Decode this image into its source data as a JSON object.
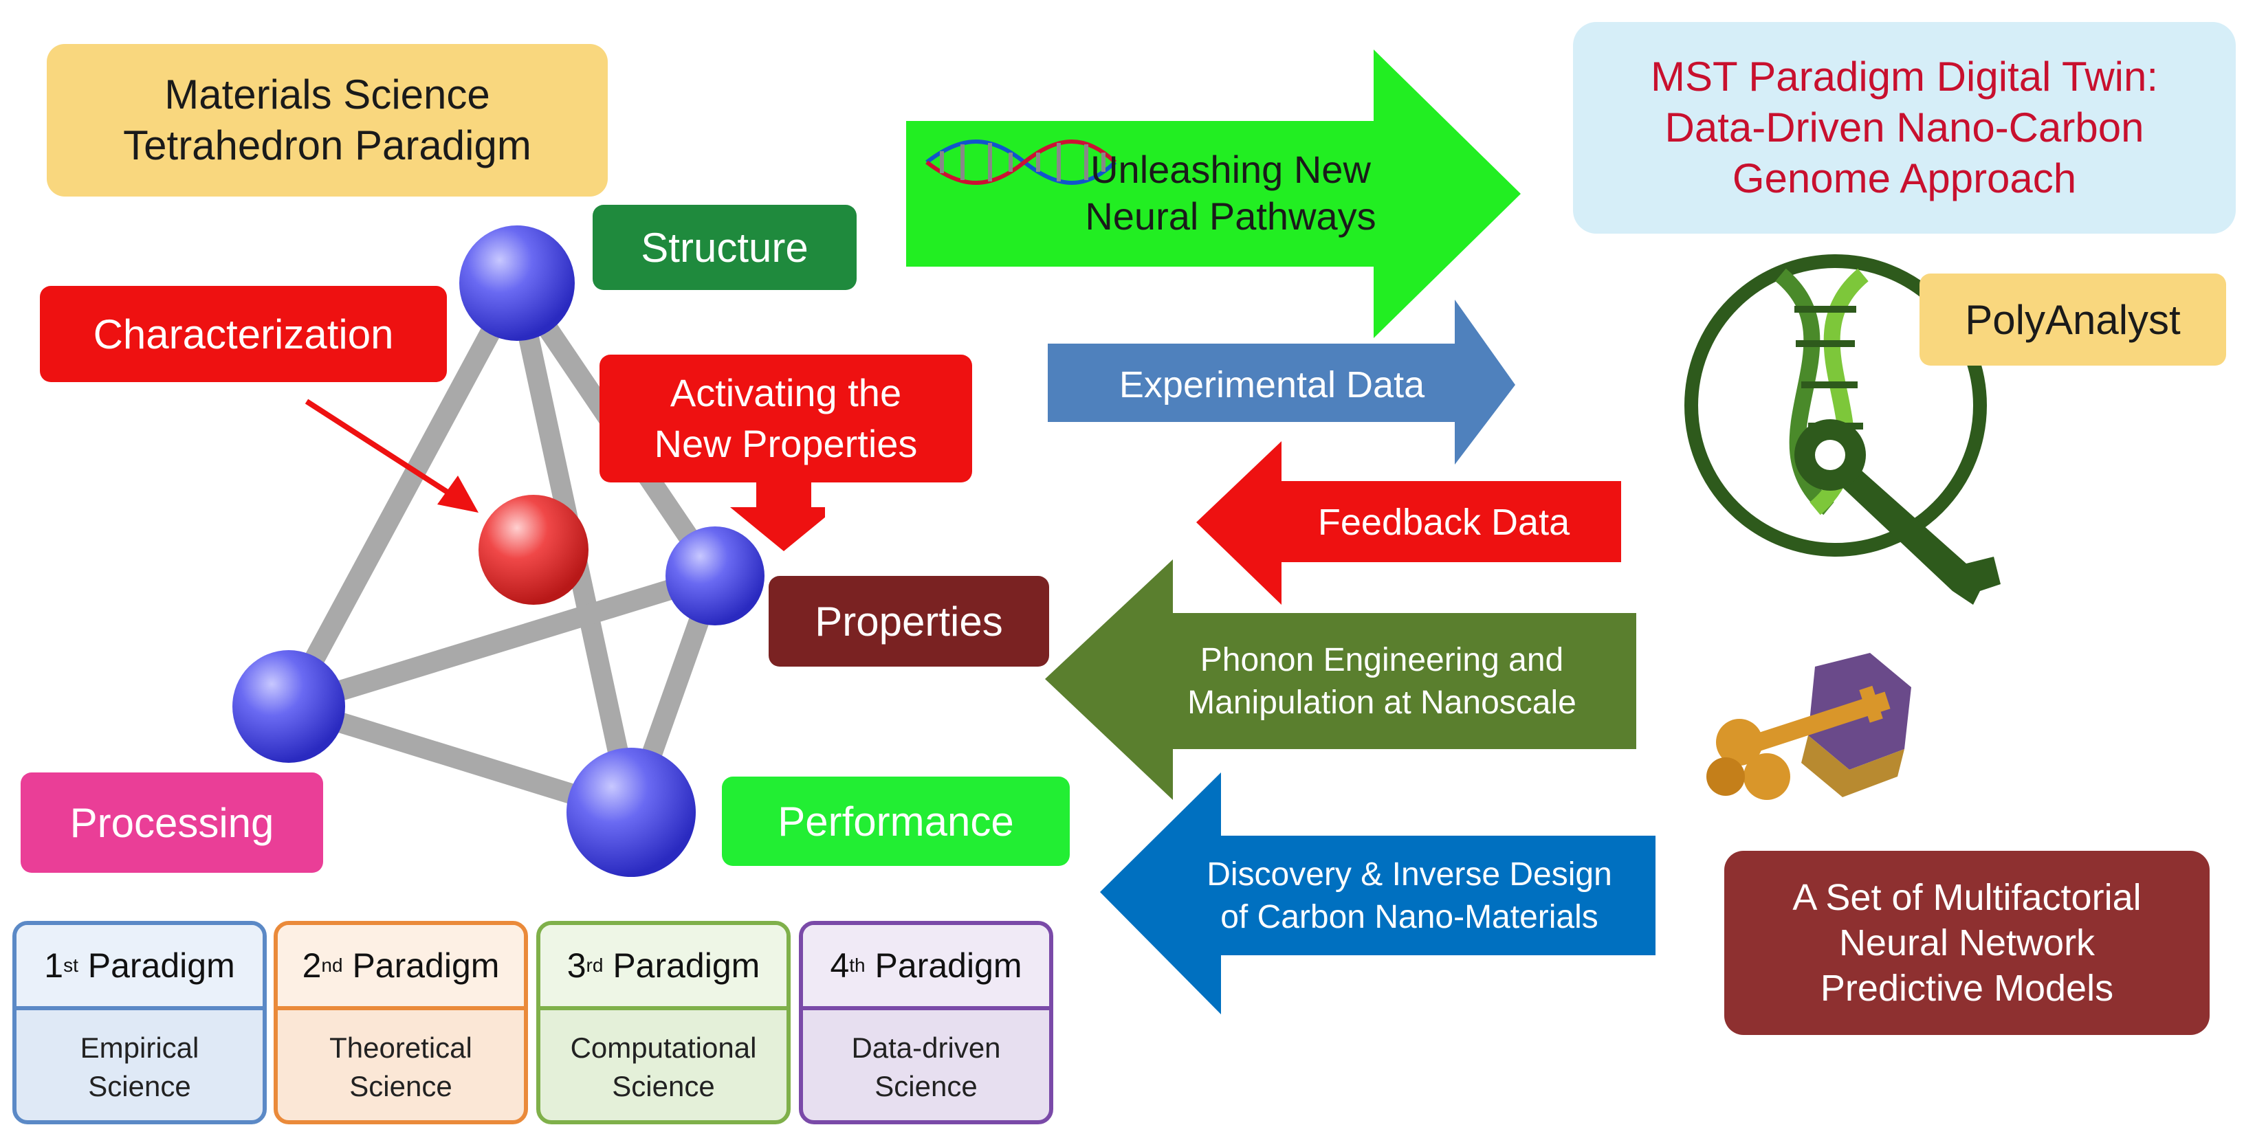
{
  "title_box": {
    "line1": "Materials Science",
    "line2": "Tetrahedron Paradigm"
  },
  "twin_box": {
    "line1": "MST Paradigm Digital Twin:",
    "line2": "Data-Driven Nano-Carbon",
    "line3": "Genome Approach"
  },
  "labels": {
    "structure": "Structure",
    "characterization": "Characterization",
    "activating_line1": "Activating the",
    "activating_line2": "New Properties",
    "properties": "Properties",
    "processing": "Processing",
    "performance": "Performance",
    "polyanalyst": "PolyAnalyst"
  },
  "arrows": {
    "neural_line1": "Unleashing New",
    "neural_line2": "Neural Pathways",
    "experimental": "Experimental Data",
    "feedback": "Feedback Data",
    "phonon_line1": "Phonon Engineering and",
    "phonon_line2": "Manipulation at Nanoscale",
    "discovery_line1": "Discovery & Inverse Design",
    "discovery_line2": "of Carbon Nano-Materials"
  },
  "multifactorial": {
    "line1": "A Set of Multifactorial",
    "line2": "Neural Network",
    "line3": "Predictive Models"
  },
  "paradigms": [
    {
      "num": "1",
      "sup": "st",
      "label": "Paradigm",
      "line1": "Empirical",
      "line2": "Science"
    },
    {
      "num": "2",
      "sup": "nd",
      "label": "Paradigm",
      "line1": "Theoretical",
      "line2": "Science"
    },
    {
      "num": "3",
      "sup": "rd",
      "label": "Paradigm",
      "line1": "Computational",
      "line2": "Science"
    },
    {
      "num": "4",
      "sup": "th",
      "label": "Paradigm",
      "line1": "Data-driven",
      "line2": "Science"
    }
  ],
  "colors": {
    "green_arrow": "#22ee22",
    "blue_arrow": "#4f81bd",
    "red_arrow": "#ee1111",
    "olive_arrow": "#5a7f2e",
    "dark_blue_arrow": "#0070c0",
    "node_blue": "#5555ee",
    "node_red": "#ee3333"
  }
}
